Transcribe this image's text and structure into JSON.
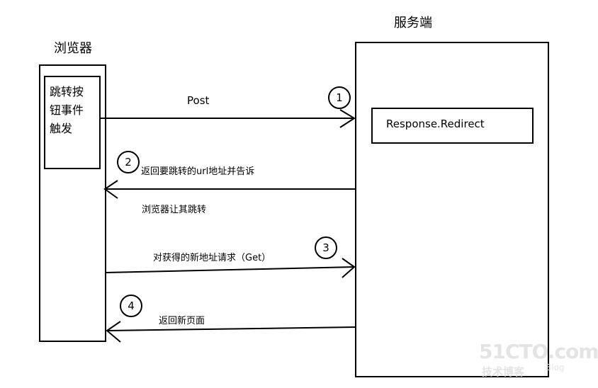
{
  "browser": {
    "title": "浏览器",
    "button_text": "跳转按钮事件触发"
  },
  "server": {
    "title": "服务端",
    "response_box": "Response.Redirect"
  },
  "steps": [
    {
      "number": "1",
      "label": "Post"
    },
    {
      "number": "2",
      "label": "返回要跳转的url地址并告诉",
      "label2": "浏览器让其跳转"
    },
    {
      "number": "3",
      "label": "对获得的新地址请求（Get）"
    },
    {
      "number": "4",
      "label": "返回新页面"
    }
  ],
  "watermark": {
    "main": "51CTO.com",
    "sub": "技术博客",
    "blog": "Blog"
  }
}
